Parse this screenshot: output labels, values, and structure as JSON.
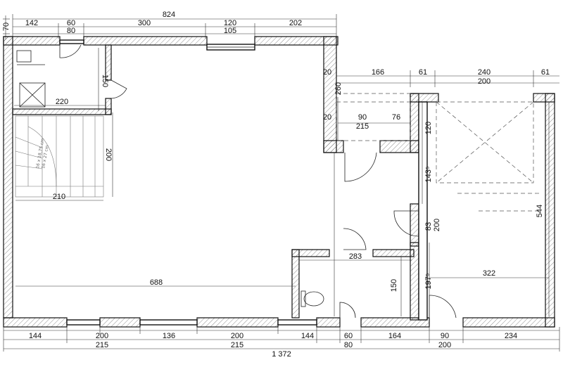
{
  "top_dims_row1": {
    "total": "824"
  },
  "top_dims_row2": [
    "142",
    "60",
    "300",
    "120",
    "202"
  ],
  "top_dims_row3": [
    "80",
    "105"
  ],
  "left_dim": "70",
  "right_top_dims": [
    "166",
    "61",
    "240",
    "61"
  ],
  "right_top_dims_row2": [
    "200"
  ],
  "interior": {
    "d220": "220",
    "d150": "150",
    "d210": "210",
    "d200": "200",
    "d688": "688",
    "d20a": "20",
    "d20b": "20",
    "d260": "260",
    "d90": "90",
    "d76": "76",
    "d215": "215",
    "d120": "120",
    "d143": "143⁵",
    "d83": "83",
    "d200b": "200",
    "d544": "544",
    "d283": "283",
    "d150b": "150",
    "d197": "197⁵",
    "d322": "322"
  },
  "stair_text": [
    "16 x 18,75 cm",
    "16 x 27 cm"
  ],
  "bottom_dims_row1": [
    "144",
    "200",
    "136",
    "200",
    "144",
    "60",
    "164",
    "90",
    "234"
  ],
  "bottom_dims_row2": [
    "215",
    "215",
    "80",
    "200"
  ],
  "bottom_total": "1 372"
}
